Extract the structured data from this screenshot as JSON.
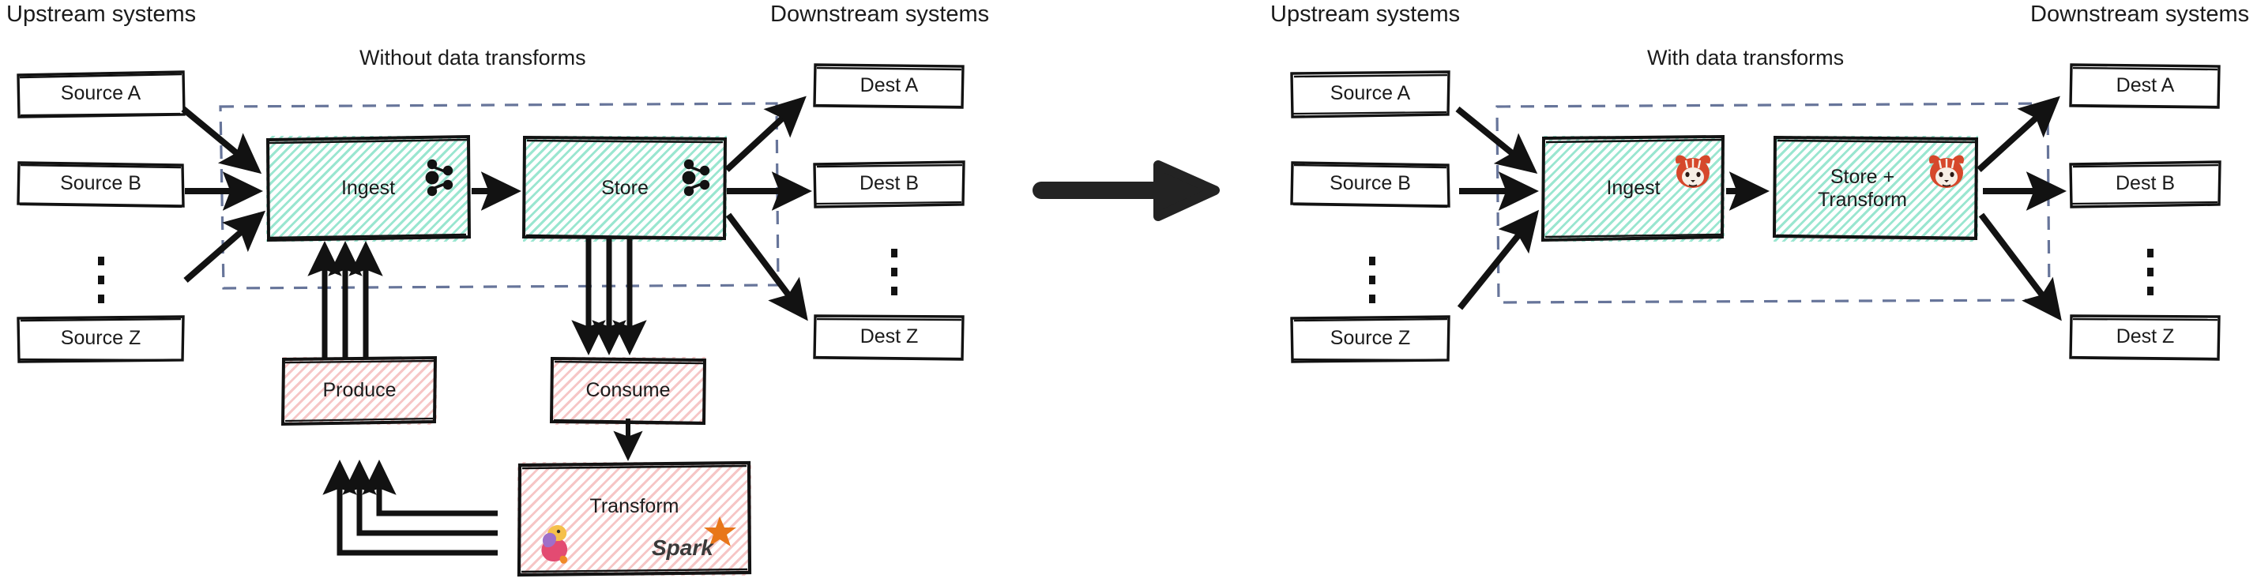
{
  "diagram": {
    "title": "Data pipeline without vs with data transforms",
    "colors": {
      "stroke": "#121212",
      "teal_hatch": "#46d1a9",
      "pink_hatch": "#e97878",
      "dashed_boundary": "#67759a",
      "spark_orange": "#e8761a",
      "redpanda_red": "#d6482b"
    }
  },
  "left_panel": {
    "title": "Without data transforms",
    "upstream_label": "Upstream systems",
    "downstream_label": "Downstream systems",
    "sources": [
      {
        "label": "Source A"
      },
      {
        "label": "Source B"
      },
      {
        "label": "Source Z"
      }
    ],
    "destinations": [
      {
        "label": "Dest A"
      },
      {
        "label": "Dest B"
      },
      {
        "label": "Dest Z"
      }
    ],
    "pipeline": [
      {
        "label": "Ingest",
        "icon": "kafka-icon",
        "fill": "teal"
      },
      {
        "label": "Store",
        "icon": "kafka-icon",
        "fill": "teal"
      }
    ],
    "external": [
      {
        "label": "Produce",
        "icon": null,
        "fill": "pink"
      },
      {
        "label": "Consume",
        "icon": null,
        "fill": "pink"
      },
      {
        "label": "Transform",
        "icon": "flink-spark-icons",
        "fill": "pink"
      }
    ],
    "ellipsis_marker": "vertical-dotted-ellipsis"
  },
  "transition": {
    "icon": "thick-right-arrow"
  },
  "right_panel": {
    "title": "With data transforms",
    "upstream_label": "Upstream systems",
    "downstream_label": "Downstream systems",
    "sources": [
      {
        "label": "Source A"
      },
      {
        "label": "Source B"
      },
      {
        "label": "Source Z"
      }
    ],
    "destinations": [
      {
        "label": "Dest A"
      },
      {
        "label": "Dest B"
      },
      {
        "label": "Dest Z"
      }
    ],
    "pipeline": [
      {
        "label": "Ingest",
        "icon": "redpanda-icon",
        "fill": "teal"
      },
      {
        "label": "Store +\nTransform",
        "icon": "redpanda-icon",
        "fill": "teal"
      }
    ],
    "ellipsis_marker": "vertical-dotted-ellipsis"
  }
}
